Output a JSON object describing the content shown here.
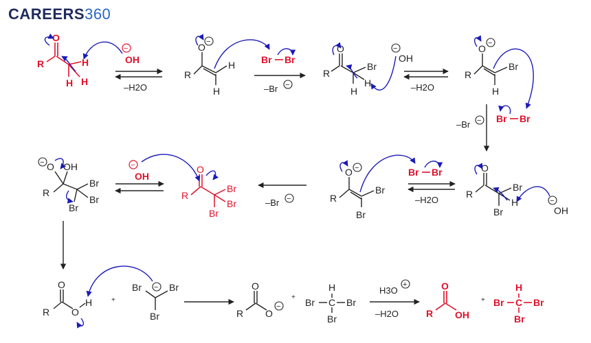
{
  "brand": {
    "word": "CAREERS",
    "number": "360"
  },
  "symbols": {
    "O": "O",
    "H": "H",
    "R": "R",
    "C": "C",
    "Br": "Br",
    "OH": "OH",
    "plus": "+",
    "minus_circle": "−",
    "plus_circle": "+"
  },
  "reagents": {
    "hydroxide": "OH",
    "bromine_left": "Br",
    "bromine_right": "Br",
    "minus_water": "–H2O",
    "minus_bromide": "–Br",
    "hydronium": "H3O"
  },
  "colors": {
    "highlight": "#e0102a",
    "arrow_blue": "#1a1ab8",
    "bond": "#222222",
    "brand_dark": "#1f2a5c",
    "brand_blue": "#2b63c9"
  }
}
